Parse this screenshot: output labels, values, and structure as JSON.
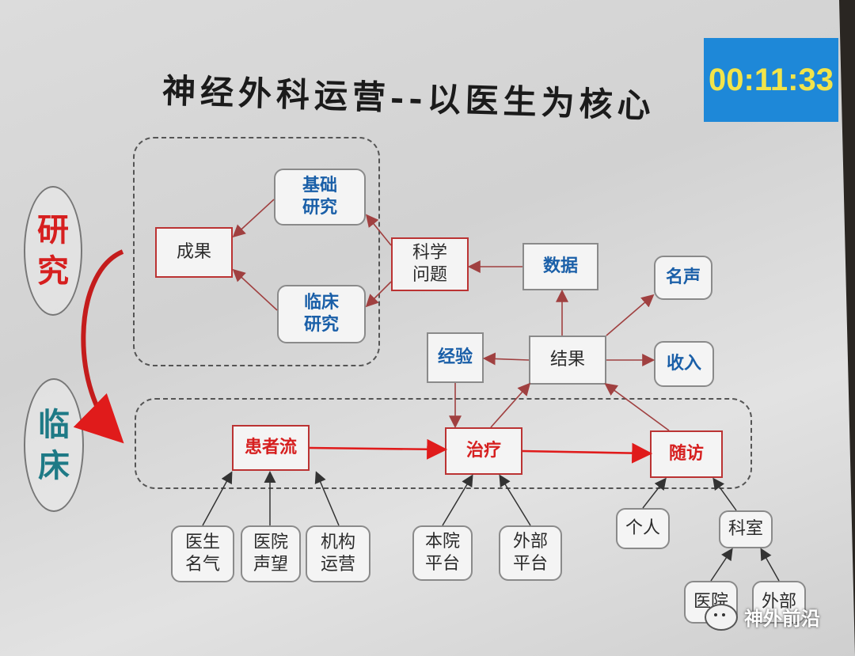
{
  "title": "神经外科运营--以医生为核心",
  "timer": "00:11:33",
  "side": {
    "research": "研\n究",
    "clinical": "临\n床"
  },
  "nodes": {
    "result_outcome": "成果",
    "basic_research": "基础\n研究",
    "clinical_research": "临床\n研究",
    "sci_question": "科学\n问题",
    "data": "数据",
    "reputation": "名声",
    "experience": "经验",
    "outcome": "结果",
    "income": "收入",
    "patient_flow": "患者流",
    "treatment": "治疗",
    "followup": "随访",
    "doctor_fame": "医生\n名气",
    "hospital_rep": "医院\n声望",
    "org_ops": "机构\n运营",
    "internal_platform": "本院\n平台",
    "external_platform": "外部\n平台",
    "individual": "个人",
    "department": "科室",
    "hospital": "医院",
    "external": "外部"
  },
  "watermark": "神外前沿",
  "colors": {
    "red": "#d61f1f",
    "blue": "#1a5fa8",
    "timer_bg": "#1e88d8",
    "timer_text": "#f2e44a"
  }
}
